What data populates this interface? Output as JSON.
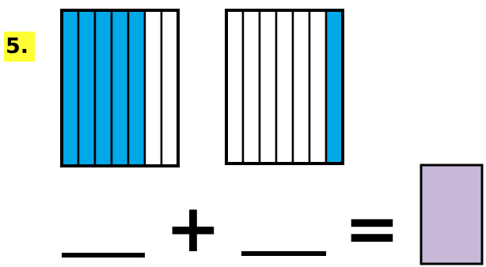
{
  "problem": {
    "number_label": "5."
  },
  "fraction_bars": [
    {
      "parts": 7,
      "shaded": 5
    },
    {
      "parts": 7,
      "shaded": 1
    }
  ],
  "equation": {
    "plus_sign": "+",
    "equals_sign": "="
  },
  "colors": {
    "shaded_fill": "#00a8e8",
    "unshaded_fill": "#ffffff",
    "outline": "#000000",
    "answer_box_fill": "#c8b8d8",
    "label_highlight": "#ffff33"
  }
}
